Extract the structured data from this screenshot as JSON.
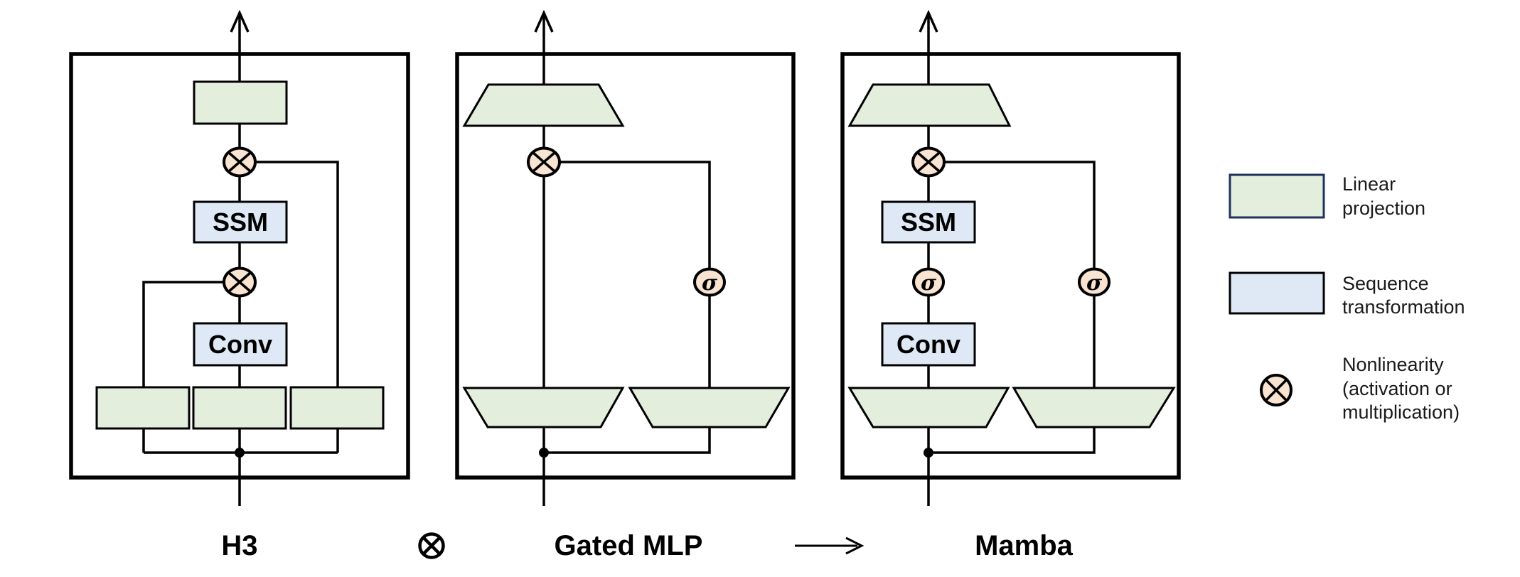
{
  "colors": {
    "background": "#FFFFFF",
    "line": "#000000",
    "text": "#000000",
    "legend_text": "#1A1A1A",
    "linear_projection_fill": "#E3EEDC",
    "sequence_transformation_fill": "#DEE9F5",
    "nonlinearity_fill": "#F9E4D2",
    "legend_linear_border": "#1F3060"
  },
  "symbols": {
    "sigma": "σ",
    "circle_times": "⊗",
    "long_arrow": "⟶"
  },
  "blocks": {
    "h3": {
      "label": "H3",
      "ssm": "SSM",
      "conv": "Conv"
    },
    "gated_mlp": {
      "label": "Gated MLP"
    },
    "mamba": {
      "label": "Mamba",
      "ssm": "SSM",
      "conv": "Conv"
    }
  },
  "legend": {
    "items": [
      {
        "swatch": "linear-projection",
        "label_lines": [
          "Linear",
          "projection"
        ]
      },
      {
        "swatch": "sequence-transformation",
        "label_lines": [
          "Sequence",
          "transformation"
        ]
      },
      {
        "swatch": "nonlinearity",
        "label_lines": [
          "Nonlinearity",
          "(activation or",
          "multiplication)"
        ]
      }
    ]
  }
}
